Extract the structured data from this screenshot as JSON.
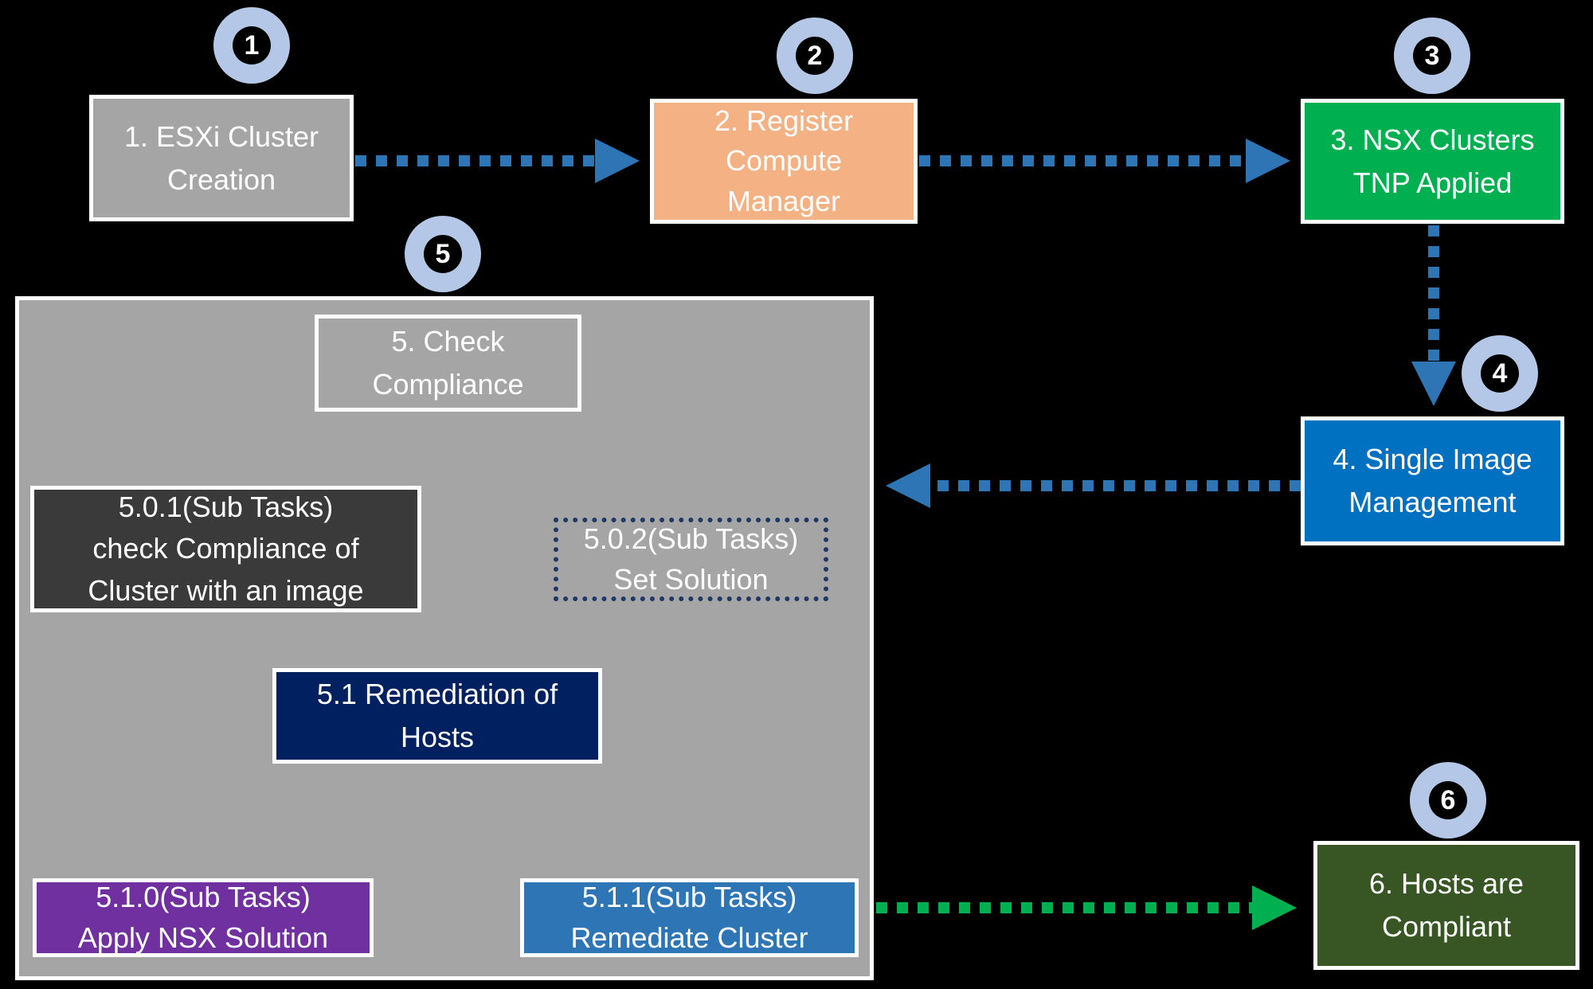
{
  "steps": [
    {
      "badge": "1",
      "lines": [
        "1. ESXi Cluster",
        "Creation"
      ],
      "color": "#A5A5A5"
    },
    {
      "badge": "2",
      "lines": [
        "2. Register",
        "Compute",
        "Manager"
      ],
      "color": "#F4B183"
    },
    {
      "badge": "3",
      "lines": [
        "3. NSX Clusters",
        "TNP Applied"
      ],
      "color": "#00B050"
    },
    {
      "badge": "4",
      "lines": [
        "4. Single Image",
        "Management"
      ],
      "color": "#0070C0"
    },
    {
      "badge": "5",
      "lines": [
        "5. Check",
        "Compliance"
      ],
      "color": "#A5A5A5"
    },
    {
      "badge": "6",
      "lines": [
        "6. Hosts are",
        "Compliant"
      ],
      "color": "#375623"
    }
  ],
  "subtasks": {
    "s501": {
      "lines": [
        "5.0.1(Sub Tasks)",
        "check Compliance of",
        "Cluster with an image"
      ],
      "color": "#3A3A3A"
    },
    "s502": {
      "lines": [
        "5.0.2(Sub Tasks)",
        "Set Solution"
      ],
      "color": "#A5A5A5"
    },
    "s51": {
      "lines": [
        "5.1 Remediation of",
        "Hosts"
      ],
      "color": "#002060"
    },
    "s510": {
      "lines": [
        "5.1.0(Sub Tasks)",
        "Apply NSX Solution"
      ],
      "color": "#7030A0"
    },
    "s511": {
      "lines": [
        "5.1.1(Sub Tasks)",
        "Remediate Cluster"
      ],
      "color": "#2E75B6"
    }
  },
  "colors": {
    "flow_arrow": "#2E75B6",
    "double_arrow": "#4472C4",
    "final_arrow": "#00B050",
    "badge_ring": "#B4C7E7",
    "container": "#A5A5A5"
  }
}
